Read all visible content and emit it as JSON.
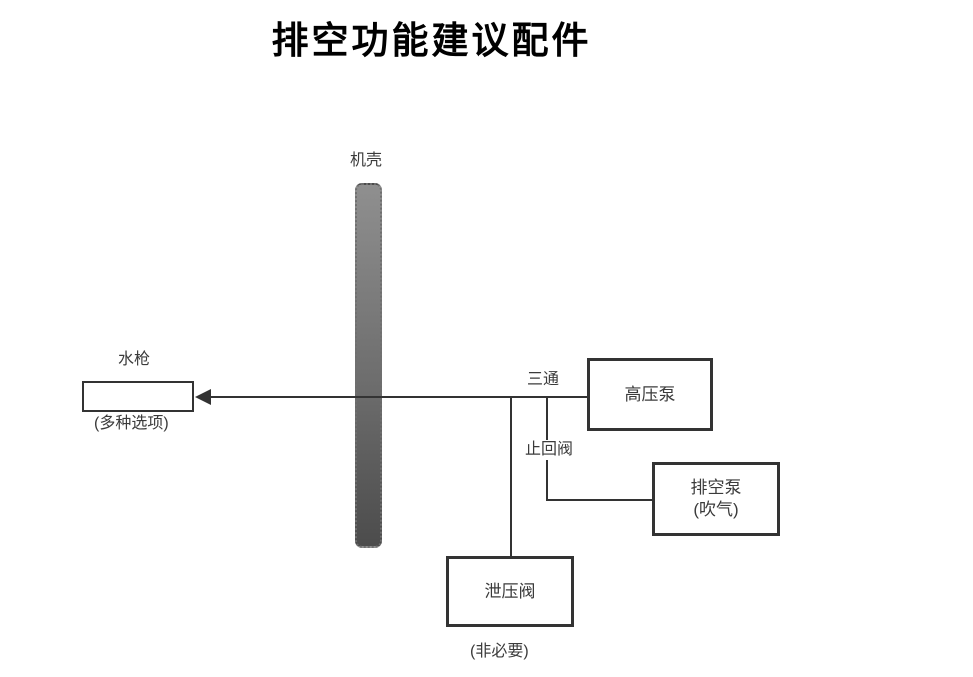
{
  "title": "排空功能建议配件",
  "diagram": {
    "casing": {
      "label": "机壳"
    },
    "water_gun": {
      "label": "水枪",
      "note": "(多种选项)"
    },
    "tee": {
      "label": "三通"
    },
    "high_pressure_pump": {
      "label": "高压泵"
    },
    "check_valve": {
      "label": "止回阀"
    },
    "drain_pump": {
      "label": "排空泵",
      "sub_label": "(吹气)"
    },
    "relief_valve": {
      "label": "泄压阀",
      "note": "(非必要)"
    }
  },
  "colors": {
    "line": "#333333",
    "box_border": "#333333",
    "label_text": "#3b3b3b",
    "title_text": "#000000",
    "casing_top": "#8f8f8f",
    "casing_bottom": "#4c4c4c",
    "background": "#ffffff"
  }
}
